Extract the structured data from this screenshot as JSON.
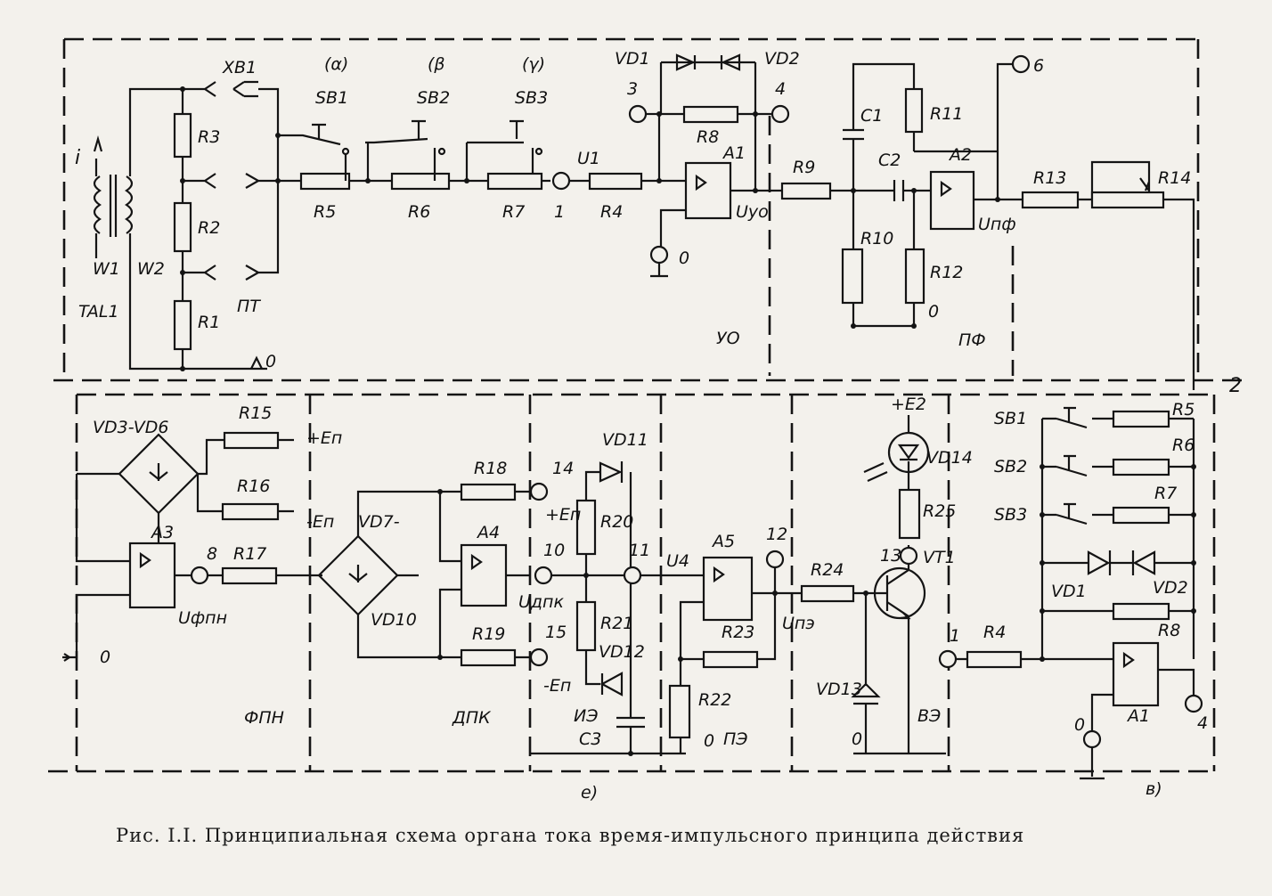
{
  "caption": "Рис. I.I. Принципиальная схема органа тока время-импульсного принципа действия",
  "top_blocks": {
    "uo": "УО",
    "pf": "ПФ"
  },
  "bottom_blocks": {
    "fpn": "ФПН",
    "dpk": "ДПК",
    "pe": "ПЭ"
  },
  "side_mark": "2",
  "sublabel_e": "е)",
  "sublabel_v": "в)",
  "buttons": {
    "sb1": "SB1",
    "sb2": "SB2",
    "sb3": "SB3",
    "alpha": "(α)",
    "beta": "(β",
    "gamma": "(γ)"
  },
  "input": {
    "xb1": "XB1",
    "i": "i",
    "w1": "W1",
    "w2": "W2",
    "tal1": "TAL1",
    "pt": "ПТ"
  },
  "resistors": {
    "r1": "R1",
    "r2": "R2",
    "r3": "R3",
    "r4": "R4",
    "r5": "R5",
    "r6": "R6",
    "r7": "R7",
    "r8": "R8",
    "r9": "R9",
    "r10": "R10",
    "r11": "R11",
    "r12": "R12",
    "r13": "R13",
    "r14": "R14",
    "r15": "R15",
    "r16": "R16",
    "r17": "R17",
    "r18": "R18",
    "r19": "R19",
    "r20": "R20",
    "r21": "R21",
    "r22": "R22",
    "r23": "R23",
    "r24": "R24",
    "r25": "R25"
  },
  "caps": {
    "c1": "C1",
    "c2": "C2",
    "c3": "C3"
  },
  "amps": {
    "a1": "A1",
    "a2": "A2",
    "a3": "A3",
    "a4": "A4",
    "a5": "A5"
  },
  "diodes": {
    "vd1": "VD1",
    "vd2": "VD2",
    "vd3vd6": "VD3-VD6",
    "vd7": "VD7-",
    "vd10": "VD10",
    "vd11": "VD11",
    "vd12": "VD12",
    "vd13": "VD13",
    "vd14": "VD14",
    "vt1": "VT1"
  },
  "signals": {
    "u1": "U1",
    "uuo": "Uуо",
    "upf": "Uпф",
    "ufpn": "Uфпн",
    "udpk": "Uдпк",
    "u4": "U4",
    "upe": "Uпэ",
    "ie": "ИЭ",
    "ve": "ВЭ"
  },
  "supply": {
    "ep_plus": "+Eп",
    "ep_minus": "-Eп",
    "e2_plus": "+E2"
  },
  "nodes": {
    "n0": "0",
    "n1": "1",
    "n3": "3",
    "n4": "4",
    "n6": "6",
    "n8": "8",
    "n10": "10",
    "n11": "11",
    "n12": "12",
    "n13": "13",
    "n14": "14",
    "n15": "15"
  }
}
